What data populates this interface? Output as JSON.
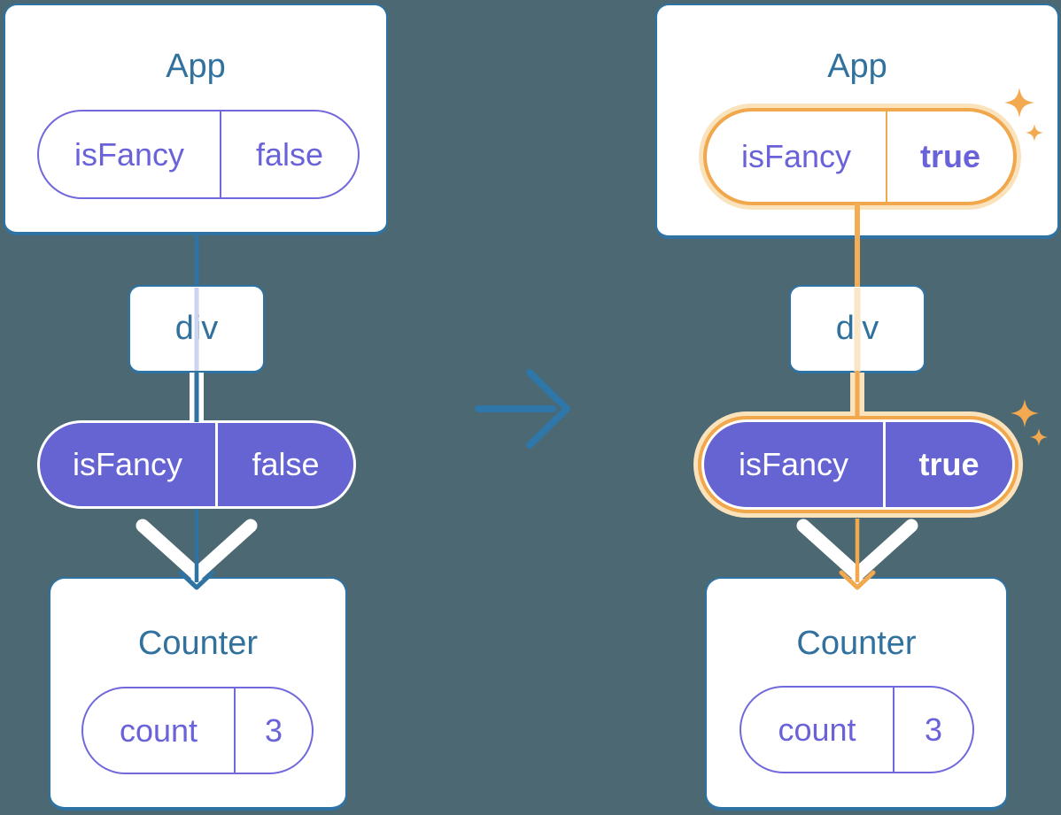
{
  "diagram_title": "isFancy prop passing through component tree (before and after state change)",
  "before_tree": {
    "app": {
      "title": "App",
      "prop_key": "isFancy",
      "prop_value": "false"
    },
    "div_label": "div",
    "passed_prop": {
      "key": "isFancy",
      "value": "false"
    },
    "counter": {
      "title": "Counter",
      "state_key": "count",
      "state_value": "3"
    }
  },
  "after_tree": {
    "app": {
      "title": "App",
      "prop_key": "isFancy",
      "prop_value": "true"
    },
    "div_label": "div",
    "passed_prop": {
      "key": "isFancy",
      "value": "true"
    },
    "counter": {
      "title": "Counter",
      "state_key": "count",
      "state_value": "3"
    }
  },
  "icons": {
    "transition_arrow": "right-arrow",
    "sparkle_large": "sparkle-icon",
    "sparkle_small": "sparkle-icon"
  },
  "colors": {
    "background": "#4C6872",
    "card_fill": "#FFFFFF",
    "card_border": "#2E73A4",
    "heading_text": "#30719E",
    "purple_text": "#6A62D9",
    "purple_fill": "#6663D2",
    "purple_border": "#7169DB",
    "blue_line": "#2E73A2",
    "arrow_blue": "#2E77A8",
    "orange_ring": "#F1A74C",
    "orange_line": "#F3AE55",
    "cream_halo": "#FAE3BC",
    "peach_line": "#F8E6C6",
    "lavender_line": "#CCD4EF",
    "sparkle_orange": "#F2A94F",
    "white_flow": "#FFFFFF"
  }
}
